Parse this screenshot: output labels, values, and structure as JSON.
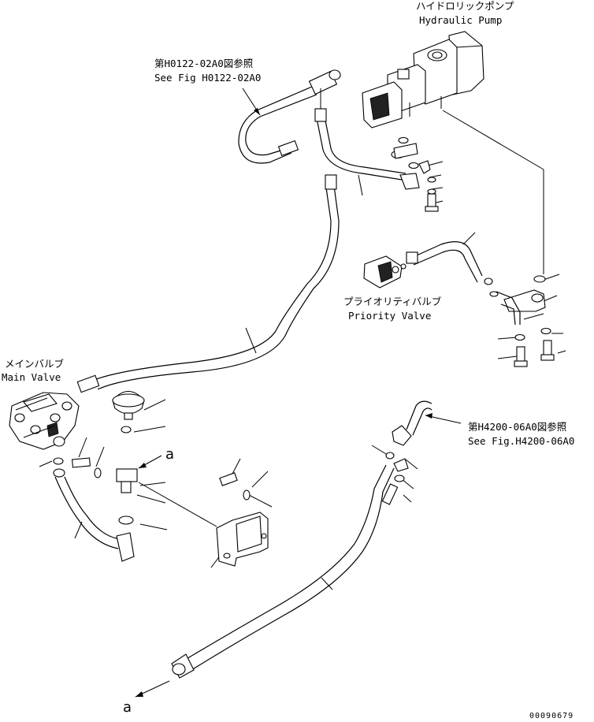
{
  "labels": {
    "hydraulic_pump_jp": "ハイドロリックポンプ",
    "hydraulic_pump_en": "Hydraulic Pump",
    "ref1_jp": "第H0122-02A0図参照",
    "ref1_en": "See Fig H0122-02A0",
    "priority_valve_jp": "プライオリティバルブ",
    "priority_valve_en": "Priority Valve",
    "main_valve_jp": "メインバルブ",
    "main_valve_en": "Main Valve",
    "ref2_jp": "第H4200-06A0図参照",
    "ref2_en": "See Fig.H4200-06A0",
    "marker_a_top": "a",
    "marker_a_bottom": "a",
    "drawing_number": "00090679"
  }
}
